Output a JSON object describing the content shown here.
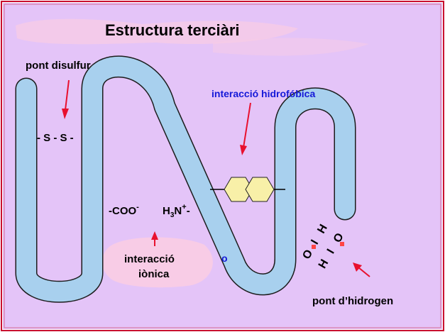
{
  "diagram": {
    "title": "Estructura terciàri",
    "labels": {
      "disulfide_bridge": "pont disulfur",
      "hydrophobic_interaction": "interacció  hidrofóbica",
      "ionic_interaction_line1": "interacció",
      "ionic_interaction_line2": "iònica",
      "hydrogen_bond": "pont d’hidrogen"
    },
    "chem": {
      "disulfide": "- S - S -",
      "carboxylate": "-COO",
      "carboxylate_charge": "-",
      "amine_prefix": "H",
      "amine_subscript": "3",
      "amine_suffix": "N",
      "amine_charge": "+",
      "amine_tail": "-",
      "hbond_o_top": "O",
      "hbond_h_top": "H",
      "hbond_dash_top": "I",
      "hbond_o_bottom": "O",
      "hbond_h_bottom": "H",
      "hbond_dash_bottom": "I",
      "small_o": "o"
    },
    "colors": {
      "frame_border": "#c8102e",
      "panel_background": "#e4c4f8",
      "chain_fill": "#a8d0ee",
      "chain_outline": "#1c1c1c",
      "arrow": "#e8102e",
      "label_blue": "#1418d8",
      "hexagon_fill": "#f8f0a8",
      "cloud": "#f8cce6",
      "hbond_dot": "#f44"
    }
  }
}
